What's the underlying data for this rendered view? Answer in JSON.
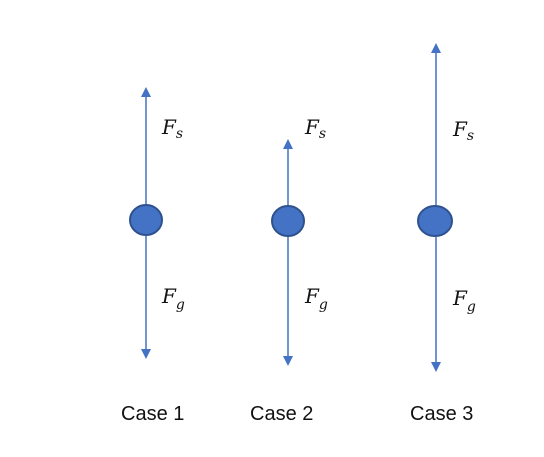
{
  "colors": {
    "arrow": "#4472C4",
    "ball_fill": "#4472C4",
    "ball_stroke": "#2F528F",
    "text": "#111111"
  },
  "cases": [
    {
      "label": "Case 1",
      "up_force": {
        "symbol": "F",
        "subscript": "s"
      },
      "down_force": {
        "symbol": "F",
        "subscript": "g"
      }
    },
    {
      "label": "Case 2",
      "up_force": {
        "symbol": "F",
        "subscript": "s"
      },
      "down_force": {
        "symbol": "F",
        "subscript": "g"
      }
    },
    {
      "label": "Case 3",
      "up_force": {
        "symbol": "F",
        "subscript": "s"
      },
      "down_force": {
        "symbol": "F",
        "subscript": "g"
      }
    }
  ]
}
